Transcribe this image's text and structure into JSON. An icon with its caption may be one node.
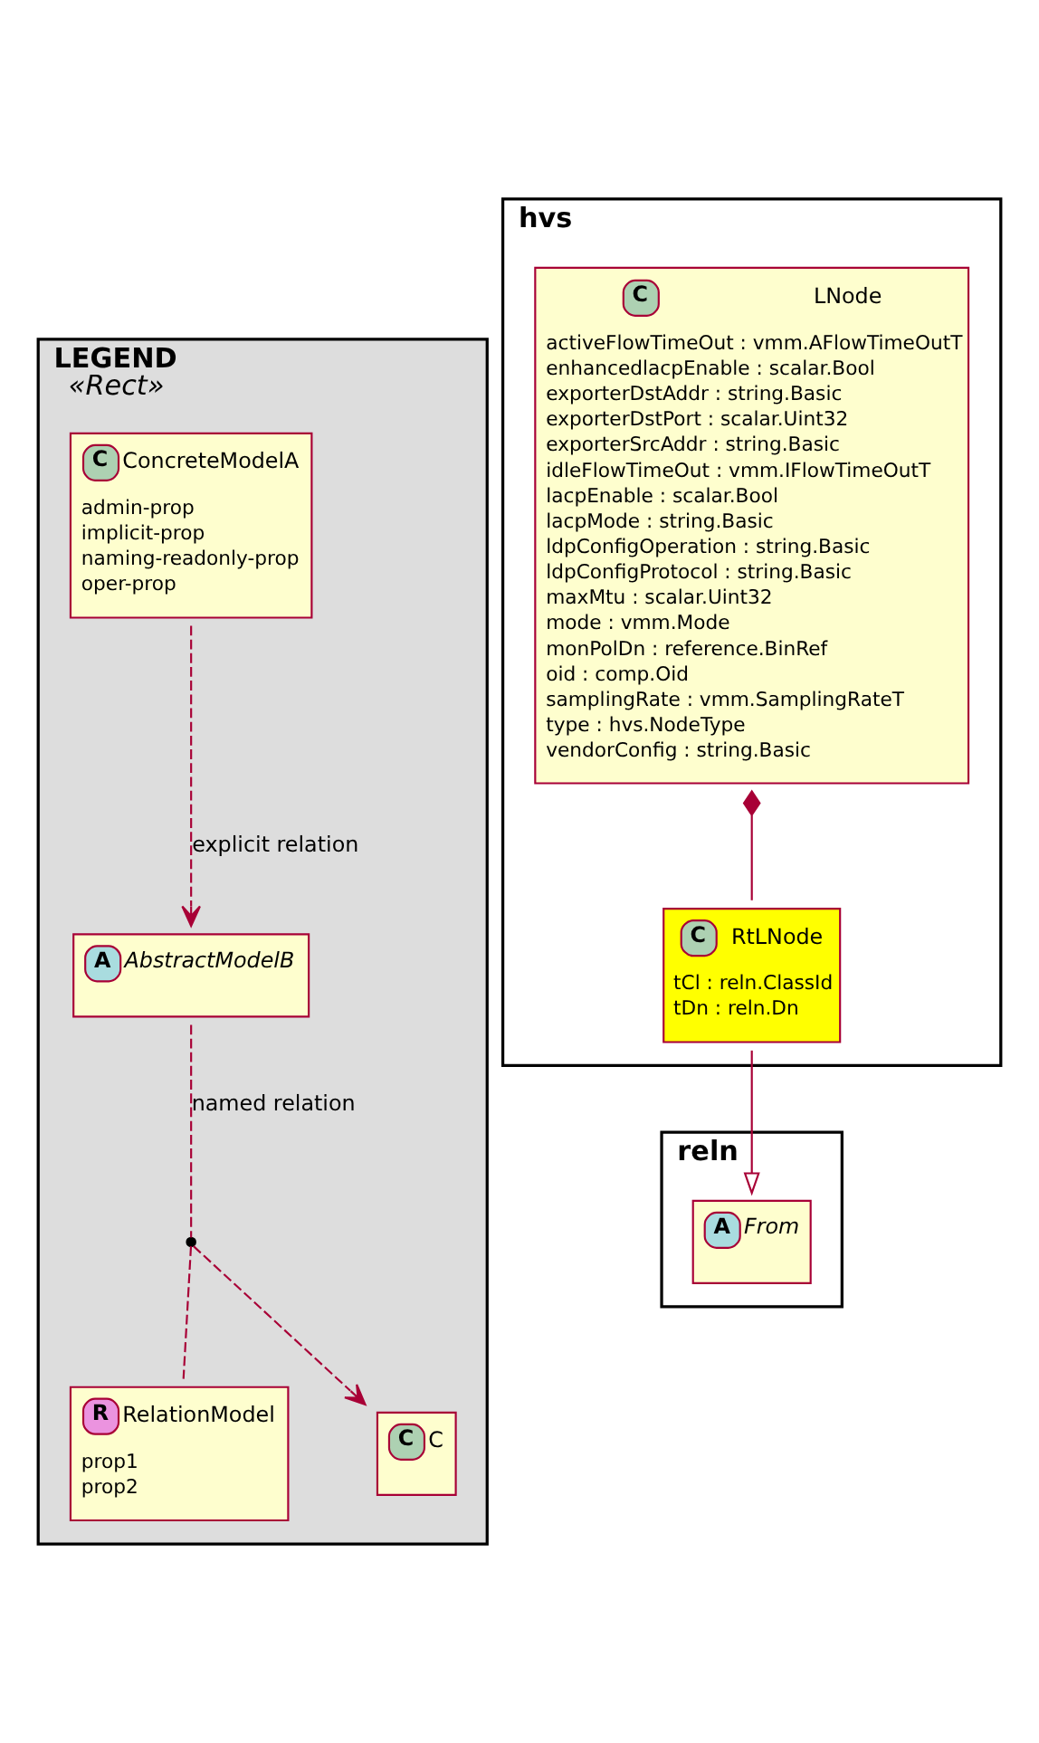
{
  "diagram": {
    "nodes": [
      {
        "text": [
          "LEGEND",
          "«Rect»"
        ]
      },
      {
        "text": [
          "C",
          "ConcreteModelA",
          "admin-prop",
          "implicit-prop",
          "naming-readonly-prop",
          "oper-prop"
        ],
        "in": 0
      },
      {
        "text": [
          "A",
          "AbstractModelB"
        ],
        "in": 0
      },
      {
        "text": [],
        "shape": "circle",
        "in": 0
      },
      {
        "text": [
          "R",
          "RelationModel",
          "prop1",
          "prop2"
        ],
        "in": 0
      },
      {
        "text": [
          "C",
          "C"
        ],
        "in": 0
      },
      {
        "text": [
          "hvs"
        ]
      },
      {
        "text": [
          "C",
          "LNode",
          "activeFlowTimeOut : vmm.AFlowTimeOutT",
          "enhancedlacpEnable : scalar.Bool",
          "exporterDstAddr : string.Basic",
          "exporterDstPort : scalar.Uint32",
          "exporterSrcAddr : string.Basic",
          "idleFlowTimeOut : vmm.IFlowTimeOutT",
          "lacpEnable : scalar.Bool",
          "lacpMode : string.Basic",
          "ldpConfigOperation : string.Basic",
          "ldpConfigProtocol : string.Basic",
          "maxMtu : scalar.Uint32",
          "mode : vmm.Mode",
          "monPolDn : reference.BinRef",
          "oid : comp.Oid",
          "samplingRate : vmm.SamplingRateT",
          "type : hvs.NodeType",
          "vendorConfig : string.Basic"
        ],
        "in": 6
      },
      {
        "text": [
          "C",
          "RtLNode",
          "tCl : reln.ClassId",
          "tDn : reln.Dn"
        ],
        "in": 6
      },
      {
        "text": [
          "reln"
        ]
      },
      {
        "text": [
          "A",
          "From"
        ],
        "in": 9
      }
    ],
    "edges": [
      {
        "from": 1,
        "to": 2,
        "arrow": "to",
        "label": "explicit relation",
        "style": "dashed"
      },
      {
        "from": 2,
        "to": 3,
        "arrow": "none",
        "label": "named relation",
        "style": "dashed"
      },
      {
        "from": 3,
        "to": 5,
        "arrow": "to",
        "style": "dashed"
      },
      {
        "from": 3,
        "to": 4,
        "arrow": "none",
        "style": "dashed"
      },
      {
        "from": 7,
        "to": 8,
        "arrow": "other"
      },
      {
        "from": 8,
        "to": 10,
        "arrow": "to"
      }
    ]
  }
}
